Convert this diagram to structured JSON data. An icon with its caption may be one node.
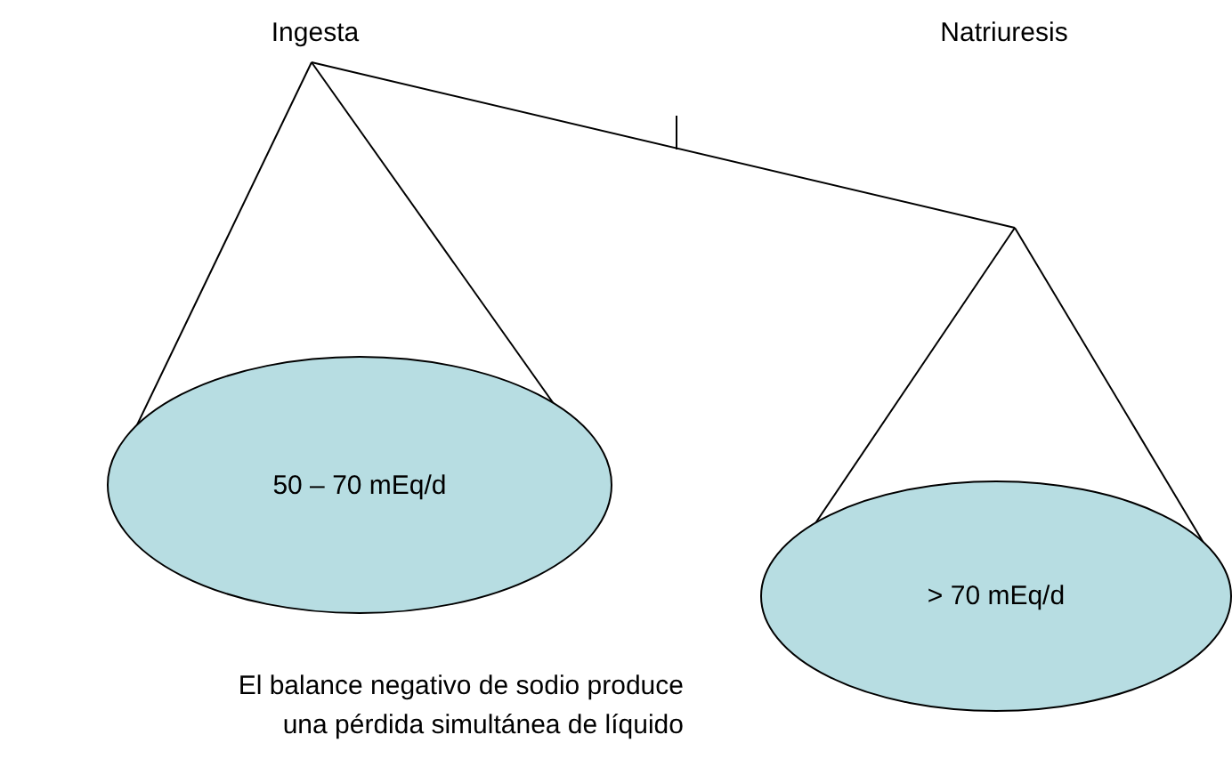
{
  "diagram": {
    "nodes": [
      {
        "text": [
          "50 – 70 mEq/d"
        ]
      },
      {
        "text": [
          "> 70 mEq/d"
        ]
      }
    ],
    "labels": [
      "Ingesta",
      "Natriuresis",
      "El balance negativo de sodio produce una pérdida simultánea de líquido"
    ]
  }
}
